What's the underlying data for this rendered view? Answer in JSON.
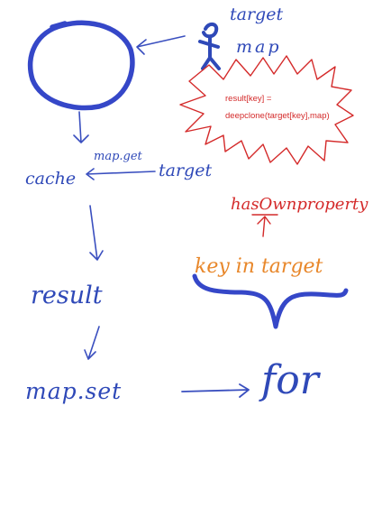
{
  "colors": {
    "blue": "#3547c8",
    "ink": "#2f49b8",
    "red": "#d42a2a",
    "orange": "#e8872a",
    "background": "#ffffff"
  },
  "labels": {
    "target_top": "target",
    "map_top": "map",
    "bubble_line1": "result[key] =",
    "bubble_line2": "deepclone(target[key],map)",
    "map_get": "map.get",
    "cache": "cache",
    "target_mid": "target",
    "has_own_property": "hasOwnproperty",
    "key_in_target": "key in target",
    "result": "result",
    "map_set": "map.set",
    "for": "for"
  }
}
